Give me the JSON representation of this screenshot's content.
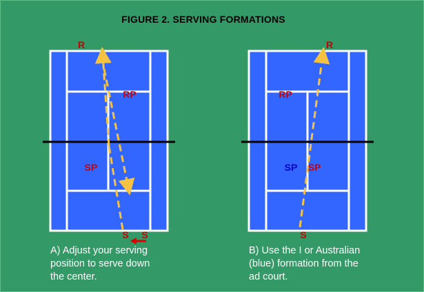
{
  "title": "FIGURE 2. SERVING FORMATIONS",
  "colors": {
    "background": "#339966",
    "court": "#3366ff",
    "lines": "#ffffff",
    "net": "#000000",
    "path": "#f5c242",
    "label_red": "#cc0000",
    "label_blue": "#0000cc",
    "arrow": "#dd0000"
  },
  "diagram_a": {
    "labels": {
      "receiver": "R",
      "receiver_partner": "RP",
      "server_partner": "SP",
      "server_left": "S",
      "server_right": "S"
    },
    "caption": [
      "A) Adjust your serving",
      "position to serve down",
      "the center."
    ]
  },
  "diagram_b": {
    "labels": {
      "receiver": "R",
      "receiver_partner": "RP",
      "server_partner_blue": "SP",
      "server_partner_red": "SP",
      "server": "S"
    },
    "caption": [
      "B) Use the I or Australian",
      "(blue) formation from the",
      "ad court."
    ]
  }
}
